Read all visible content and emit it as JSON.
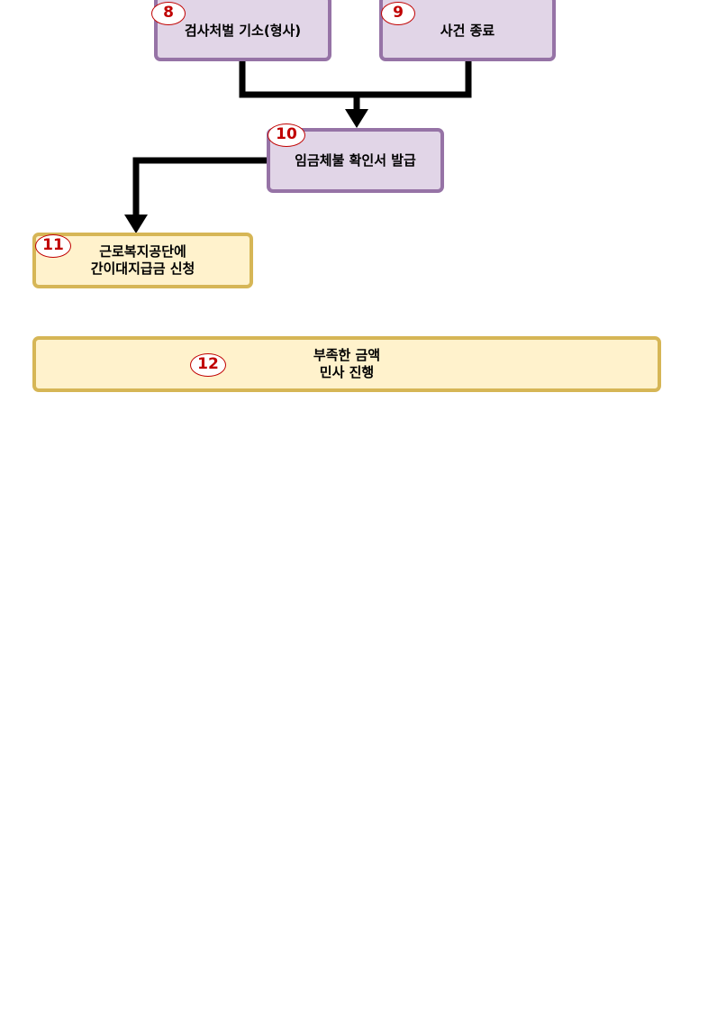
{
  "colors": {
    "purple_fill": "#e1d5e7",
    "purple_border": "#9673a6",
    "yellow_fill": "#fff2cc",
    "yellow_border": "#d6b656",
    "badge_red": "#c00000",
    "connector": "#000000"
  },
  "nodes": {
    "n8": {
      "number": "8",
      "label": "검사처벌 기소(형사)"
    },
    "n9": {
      "number": "9",
      "label": "사건 종료"
    },
    "n10": {
      "number": "10",
      "label": "임금체불 확인서 발급"
    },
    "n11": {
      "number": "11",
      "label": "근로복지공단에\n간이대지급금 신청"
    },
    "n12": {
      "number": "12",
      "label": "부족한 금액\n민사 진행"
    }
  },
  "edges": [
    {
      "from": "8",
      "to": "10"
    },
    {
      "from": "9",
      "to": "10"
    },
    {
      "from": "10",
      "to": "11"
    }
  ]
}
